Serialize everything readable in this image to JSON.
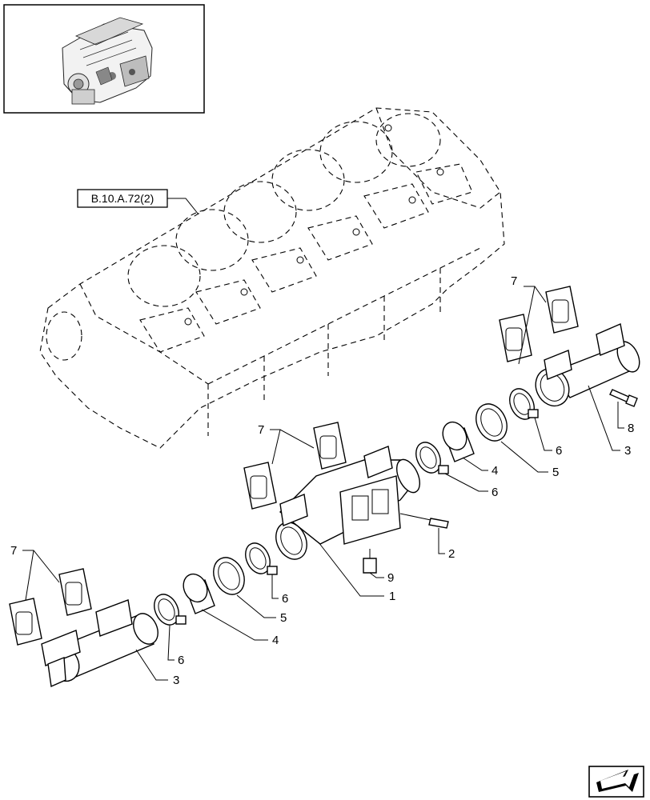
{
  "thumbnail": {
    "icon": "engine-thumbnail-icon"
  },
  "reference_tag": "B.10.A.72(2)",
  "callouts": {
    "gasket_top_right": "7",
    "gasket_center": "7",
    "gasket_left": "7",
    "screw_right": "8",
    "pipe_right": "3",
    "clamp_right_1": "6",
    "sleeve_right": "5",
    "ring_right": "4",
    "clamp_right_2": "6",
    "stud": "2",
    "plug": "9",
    "manifold": "1",
    "clamp_left_1": "6",
    "sleeve_left": "5",
    "ring_left": "4",
    "clamp_left_2": "6",
    "pipe_left": "3"
  },
  "nav": {
    "icon": "next-page-arrow-icon"
  }
}
